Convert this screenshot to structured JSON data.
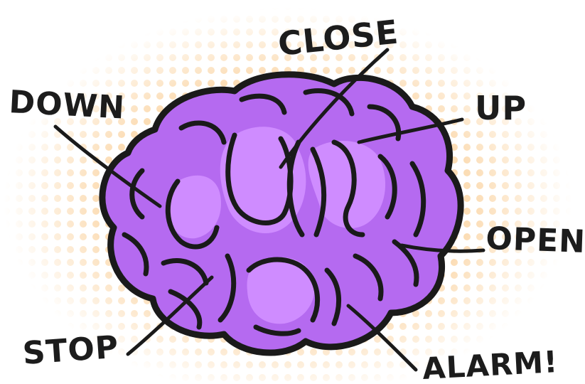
{
  "labels": {
    "close": "CLOSE",
    "down": "DOWN",
    "up": "UP",
    "open": "OPEN",
    "stop": "STOP",
    "alarm": "ALARM!"
  },
  "colors": {
    "brain": "#b56af0",
    "brain_highlight": "#cf8cff",
    "outline": "#1a1a1a",
    "halftone": "#fbd9ad",
    "background": "#ffffff"
  }
}
